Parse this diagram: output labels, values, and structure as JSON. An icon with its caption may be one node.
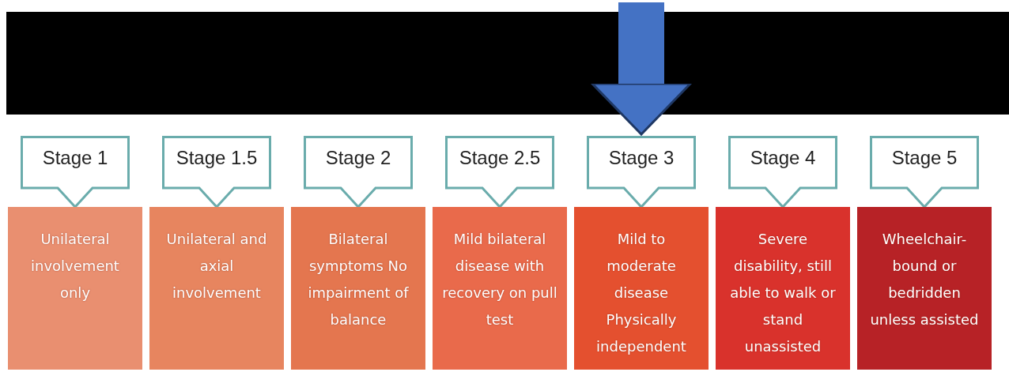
{
  "diagram": {
    "nodes": [
      {
        "text": [
          "Stage 1"
        ]
      },
      {
        "text": [
          "Unilateral involvement only"
        ]
      },
      {
        "text": [
          "Stage 1.5"
        ]
      },
      {
        "text": [
          "Unilateral and axial involvement"
        ]
      },
      {
        "text": [
          "Stage 2"
        ]
      },
      {
        "text": [
          "Bilateral symptoms No impairment of balance"
        ]
      },
      {
        "text": [
          "Stage 2.5"
        ]
      },
      {
        "text": [
          "Mild bilateral disease with recovery on pull test"
        ]
      },
      {
        "text": [
          "Stage 3"
        ]
      },
      {
        "text": [
          "Mild to moderate disease Physically independent"
        ]
      },
      {
        "text": [
          "Stage 4"
        ]
      },
      {
        "text": [
          "Severe disability, still able to walk or stand unassisted"
        ]
      },
      {
        "text": [
          "Stage 5"
        ]
      },
      {
        "text": [
          "Wheelchair-bound or bedridden unless assisted"
        ]
      }
    ],
    "edges": [
      {
        "from": null,
        "to": 8,
        "arrow": "to"
      }
    ]
  }
}
